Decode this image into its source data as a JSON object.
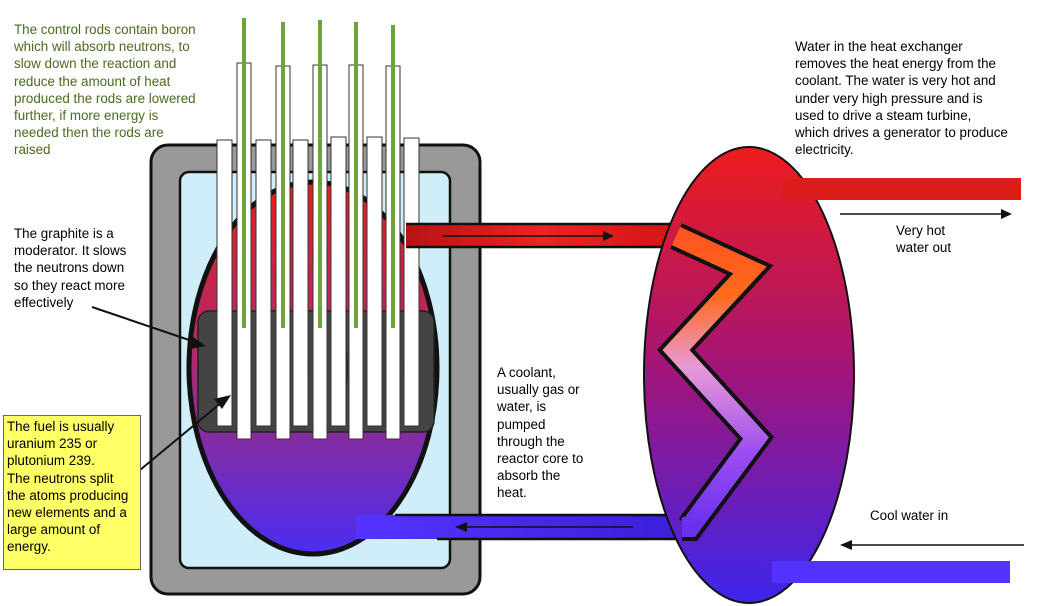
{
  "labels": {
    "control_rods": "The control rods contain boron\nwhich will absorb neutrons, to\nslow down the reaction and\nreduce the amount of heat\nproduced the rods are lowered\nfurther, if more energy is\nneeded then the rods are\nraised",
    "heat_exchanger": "Water in the heat exchanger\nremoves the heat energy from the\ncoolant. The water is very hot and\nunder very high pressure and is\nused to drive a steam turbine,\nwhich drives a generator to produce\nelectricity.",
    "graphite": "The graphite is a\nmoderator. It slows\nthe neutrons down\nso they react more\neffectively",
    "fuel": "The fuel is usually\nuranium 235 or\nplutonium 239.\nThe neutrons split\nthe atoms producing\nnew elements and a\nlarge amount of\nenergy.",
    "coolant": "A coolant,\nusually gas or\nwater, is\npumped\nthrough the\nreactor core to\nabsorb the\nheat.",
    "hot_water_out": "Very hot\nwater out",
    "cool_water_in": "Cool water in"
  },
  "colors": {
    "hot": "#e41e1e",
    "cool": "#5a2df0",
    "rod_tip": "#6ea33a",
    "fuel": "#ffff33",
    "casing": "#999999",
    "water_pool": "#d0eefa",
    "graphite": "#444444",
    "fuel_box": "#ffff66",
    "control_text": "#4a6b1f"
  }
}
